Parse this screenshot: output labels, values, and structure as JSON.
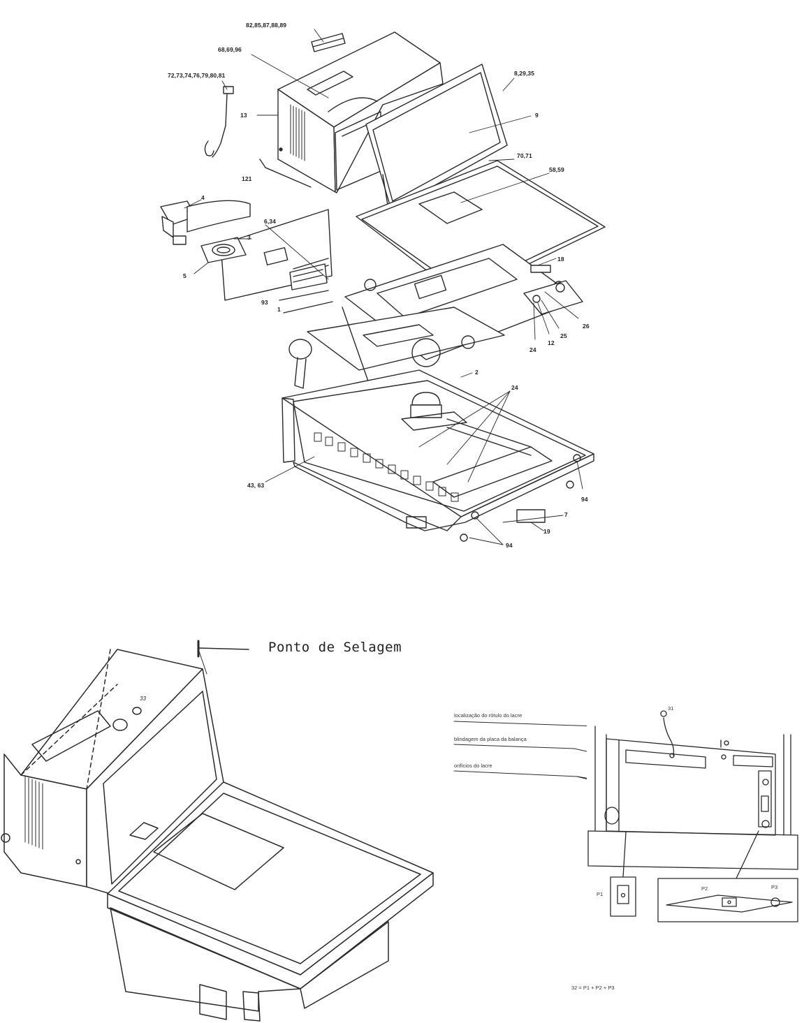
{
  "exploded_view": {
    "callouts": {
      "c1": "82,85,87,88,89",
      "c2": "68,69,96",
      "c3": "72,73,74,76,79,80,81",
      "c4": "8,29,35",
      "c5": "9",
      "c6": "13",
      "c7": "121",
      "c8": "70,71",
      "c9": "58,59",
      "c10": "4",
      "c11": "6,34",
      "c12": "3",
      "c13": "5",
      "c14": "18",
      "c15": "93",
      "c16": "1",
      "c17": "26",
      "c18": "25",
      "c19": "12",
      "c20": "24",
      "c21": "2",
      "c22": "24",
      "c23": "43, 63",
      "c24": "94",
      "c25": "7",
      "c26": "19",
      "c27": "94"
    }
  },
  "seal_view": {
    "title": "Ponto de Selagem",
    "callout_33": "33"
  },
  "detail_view": {
    "labels": {
      "label_location": "localização do rótulo do lacre",
      "shield": "blindagem da placa da balança",
      "holes": "orifícios do lacre"
    },
    "callout_31": "31",
    "p1": "P1",
    "p2": "P2",
    "p3": "P3",
    "formula": "32 = P1 + P2 + P3"
  }
}
